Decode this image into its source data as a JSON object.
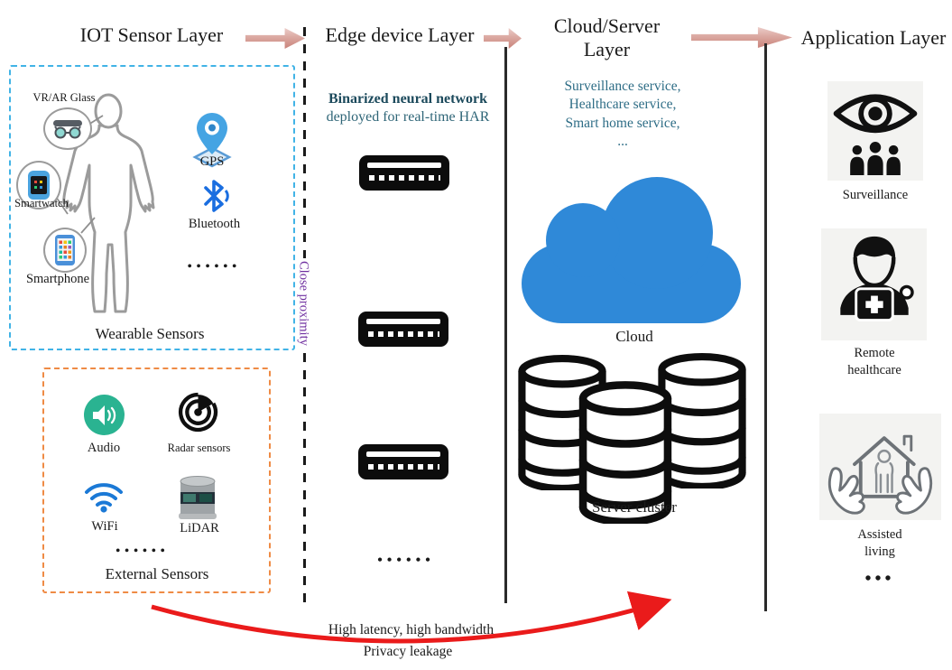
{
  "header": {
    "iot_title": "IOT Sensor Layer",
    "edge_title": "Edge device Layer",
    "cloud_title": "Cloud/Server Layer",
    "app_title": "Application Layer"
  },
  "iot": {
    "wearable": {
      "box_label": "Wearable Sensors",
      "vr_label": "VR/AR Glass",
      "watch_label": "Smartwatch",
      "phone_label": "Smartphone",
      "gps_label": "GPS",
      "bluetooth_label": "Bluetooth",
      "more_dots": "••••••"
    },
    "external": {
      "box_label": "External Sensors",
      "audio_label": "Audio",
      "radar_label": "Radar sensors",
      "wifi_label": "WiFi",
      "lidar_label": "LiDAR",
      "more_dots": "••••••"
    }
  },
  "edge": {
    "bnn_line1": "Binarized neural network",
    "bnn_line2": "deployed for real-time HAR",
    "close_proximity": "Close proximity",
    "more_dots": "••••••"
  },
  "cloud": {
    "services": [
      "Surveillance service,",
      "Healthcare service,",
      "Smart home service,",
      "..."
    ],
    "cloud_label": "Cloud",
    "server_label": "Server cluster"
  },
  "application": {
    "surveillance_label": "Surveillance",
    "healthcare_label": "Remote healthcare",
    "assisted_label": "Assisted living",
    "more_dots": "•••"
  },
  "bottom_arrow": {
    "line1": "High latency, high bandwidth",
    "line2": "Privacy leakage"
  },
  "colors": {
    "wearable_box": "#41b3e6",
    "external_box": "#ef8b45",
    "close_proximity": "#7030a0",
    "services_text": "#2e6d86",
    "bnn_text": "#1c4a5c",
    "cloud_blue": "#2f89d8",
    "arrow_red": "#ea1b1b",
    "header_arrow": "#cf8d85"
  }
}
